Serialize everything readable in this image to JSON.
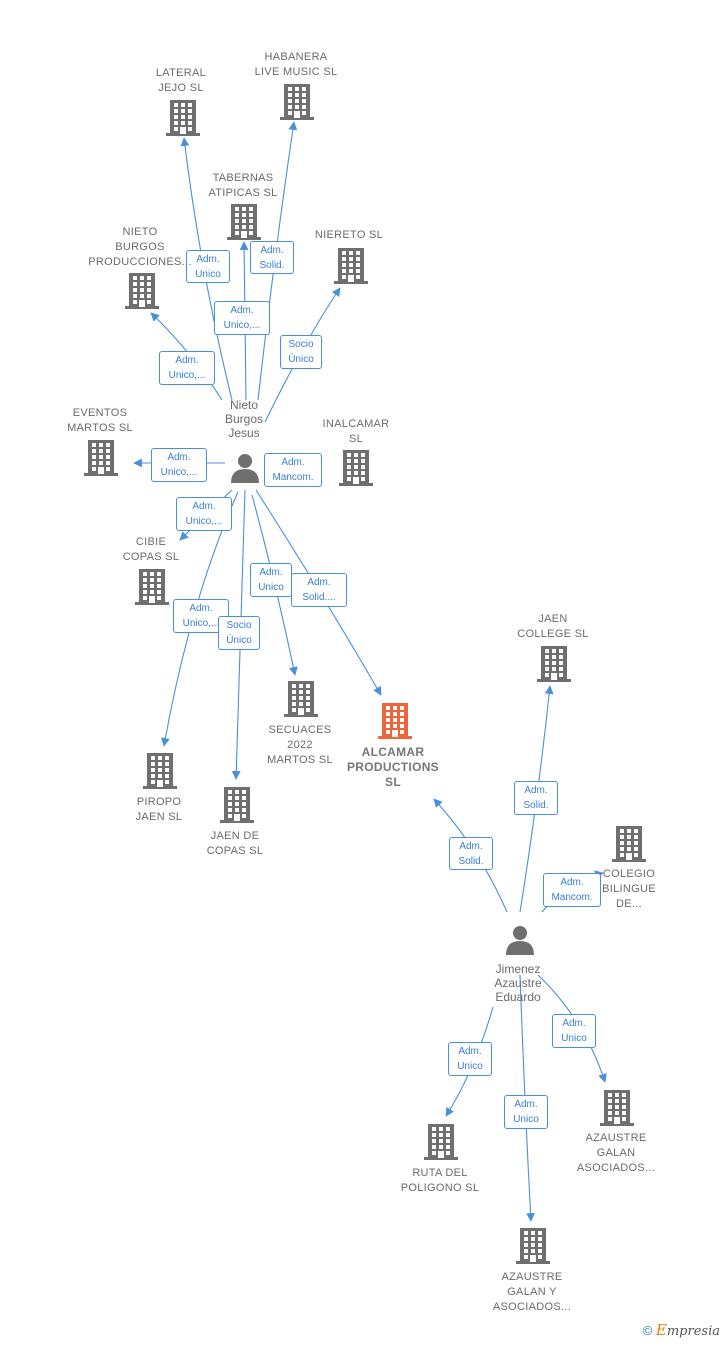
{
  "companies": [
    {
      "id": "lateral",
      "lines": [
        "LATERAL",
        "JEJO SL"
      ],
      "main": false
    },
    {
      "id": "habanera",
      "lines": [
        "HABANERA",
        "LIVE MUSIC SL"
      ],
      "main": false
    },
    {
      "id": "tabernas",
      "lines": [
        "TABERNAS",
        "ATIPICAS SL"
      ],
      "main": false
    },
    {
      "id": "nieto_prod",
      "lines": [
        "NIETO",
        "BURGOS",
        "PRODUCCIONES..."
      ],
      "main": false
    },
    {
      "id": "niereto",
      "lines": [
        "NIERETO SL"
      ],
      "main": false
    },
    {
      "id": "eventos",
      "lines": [
        "EVENTOS",
        "MARTOS SL"
      ],
      "main": false
    },
    {
      "id": "inalcamar",
      "lines": [
        "INALCAMAR",
        "SL"
      ],
      "main": false
    },
    {
      "id": "cibie",
      "lines": [
        "CIBIE",
        "COPAS SL"
      ],
      "main": false
    },
    {
      "id": "secuaces",
      "lines": [
        "SECUACES",
        "2022",
        "MARTOS SL"
      ],
      "main": false
    },
    {
      "id": "alcamar",
      "lines": [
        "ALCAMAR",
        "PRODUCTIONS",
        "SL"
      ],
      "main": true
    },
    {
      "id": "jaen_college",
      "lines": [
        "JAEN",
        "COLLEGE SL"
      ],
      "main": false
    },
    {
      "id": "piropo",
      "lines": [
        "PIROPO",
        "JAEN SL"
      ],
      "main": false
    },
    {
      "id": "jaen_copas",
      "lines": [
        "JAEN DE",
        "COPAS SL"
      ],
      "main": false
    },
    {
      "id": "colegio",
      "lines": [
        "COLEGIO",
        "BILINGUE",
        "DE..."
      ],
      "main": false
    },
    {
      "id": "azaustre1",
      "lines": [
        "AZAUSTRE",
        "GALAN",
        "ASOCIADOS..."
      ],
      "main": false
    },
    {
      "id": "ruta",
      "lines": [
        "RUTA DEL",
        "POLIGONO SL"
      ],
      "main": false
    },
    {
      "id": "azaustre2",
      "lines": [
        "AZAUSTRE",
        "GALAN Y",
        "ASOCIADOS..."
      ],
      "main": false
    }
  ],
  "persons": [
    {
      "id": "nieto",
      "lines": [
        "Nieto",
        "Burgos",
        "Jesus"
      ]
    },
    {
      "id": "jimenez",
      "lines": [
        "Jimenez",
        "Azaustre",
        "Eduardo"
      ]
    }
  ],
  "edges": [
    {
      "id": "e_lateral",
      "lines": [
        "Adm.",
        "Unico"
      ]
    },
    {
      "id": "e_habanera",
      "lines": [
        "Adm.",
        "Solid."
      ]
    },
    {
      "id": "e_tabernas",
      "lines": [
        "Adm.",
        "Unico,..."
      ]
    },
    {
      "id": "e_nieto_prod",
      "lines": [
        "Adm.",
        "Unico,..."
      ]
    },
    {
      "id": "e_niereto",
      "lines": [
        "Socio",
        "Único"
      ]
    },
    {
      "id": "e_eventos",
      "lines": [
        "Adm.",
        "Unico,..."
      ]
    },
    {
      "id": "e_inalcamar",
      "lines": [
        "Adm.",
        "Mancom."
      ]
    },
    {
      "id": "e_cibie",
      "lines": [
        "Adm.",
        "Unico,..."
      ]
    },
    {
      "id": "e_secuaces",
      "lines": [
        "Adm.",
        "Unico"
      ]
    },
    {
      "id": "e_alcamar1",
      "lines": [
        "Adm.",
        "Solid...."
      ]
    },
    {
      "id": "e_piropo",
      "lines": [
        "Adm.",
        "Unico,..."
      ]
    },
    {
      "id": "e_jaen_copas",
      "lines": [
        "Socio",
        "Único"
      ]
    },
    {
      "id": "e_alcamar2",
      "lines": [
        "Adm.",
        "Solid."
      ]
    },
    {
      "id": "e_jaen_college",
      "lines": [
        "Adm.",
        "Solid."
      ]
    },
    {
      "id": "e_colegio",
      "lines": [
        "Adm.",
        "Mancom."
      ]
    },
    {
      "id": "e_azaustre1",
      "lines": [
        "Adm.",
        "Unico"
      ]
    },
    {
      "id": "e_ruta",
      "lines": [
        "Adm.",
        "Unico"
      ]
    },
    {
      "id": "e_azaustre2",
      "lines": [
        "Adm.",
        "Unico"
      ]
    }
  ],
  "colors": {
    "building": "#6f6f6f",
    "building_main": "#f0643a",
    "edge": "#4a8fdb",
    "person": "#6f6f6f"
  },
  "footer": {
    "copyright": "©",
    "brand_initial": "E",
    "brand_rest": "mpresia"
  }
}
